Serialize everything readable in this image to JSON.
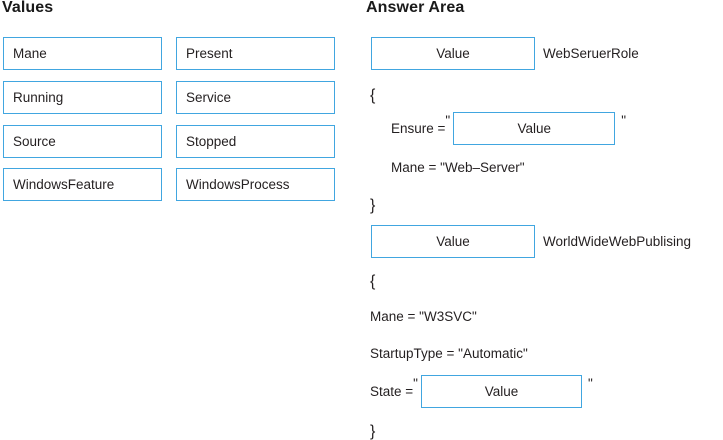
{
  "values_panel": {
    "heading": "Values",
    "tokens": [
      {
        "label": "Mane",
        "column": "a",
        "row": 1
      },
      {
        "label": "Running",
        "column": "a",
        "row": 2
      },
      {
        "label": "Source",
        "column": "a",
        "row": 3
      },
      {
        "label": "WindowsFeature",
        "column": "a",
        "row": 4
      },
      {
        "label": "Present",
        "column": "b",
        "row": 1
      },
      {
        "label": "Service",
        "column": "b",
        "row": 2
      },
      {
        "label": "Stopped",
        "column": "b",
        "row": 3
      },
      {
        "label": "WindowsProcess",
        "column": "b",
        "row": 4
      }
    ]
  },
  "answer_panel": {
    "heading": "Answer Area",
    "drop_placeholder": "Value",
    "blocks": [
      {
        "resource_label": "WebSeruerRole",
        "open_brace": "{",
        "close_brace": "}",
        "properties": [
          {
            "name": "Ensure = ",
            "quote_open": "\"",
            "quote_close": "\"",
            "is_drop": true
          },
          {
            "text": "Mane = \"Web–Server\"",
            "is_drop": false
          }
        ]
      },
      {
        "resource_label": "WorldWideWebPublising",
        "open_brace": "{",
        "close_brace": "}",
        "properties": [
          {
            "text": "Mane = \"W3SVC\"",
            "is_drop": false
          },
          {
            "text": "StartupType = \"Automatic\"",
            "is_drop": false
          },
          {
            "name": "State = ",
            "quote_open": "\"",
            "quote_close": "\"",
            "is_drop": true
          }
        ]
      }
    ]
  },
  "colors": {
    "box_border": "#41a6e0",
    "text": "#231f20",
    "background": "#ffffff"
  }
}
